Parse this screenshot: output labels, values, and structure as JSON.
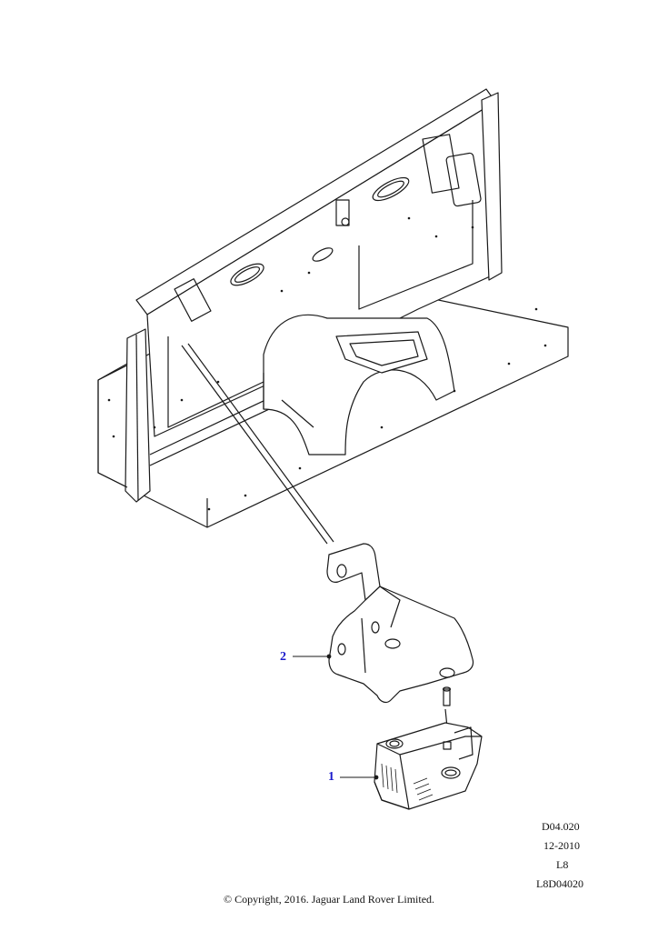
{
  "callouts": [
    {
      "number": "2",
      "part": "bracket"
    },
    {
      "number": "1",
      "part": "module"
    }
  ],
  "reference": {
    "code": "D04.020",
    "date": "12-2010",
    "model": "L8",
    "drawing_id": "L8D04020"
  },
  "copyright": "© Copyright, 2016. Jaguar Land Rover Limited.",
  "colors": {
    "callout": "#1a1acc",
    "line": "#1a1a1a"
  }
}
